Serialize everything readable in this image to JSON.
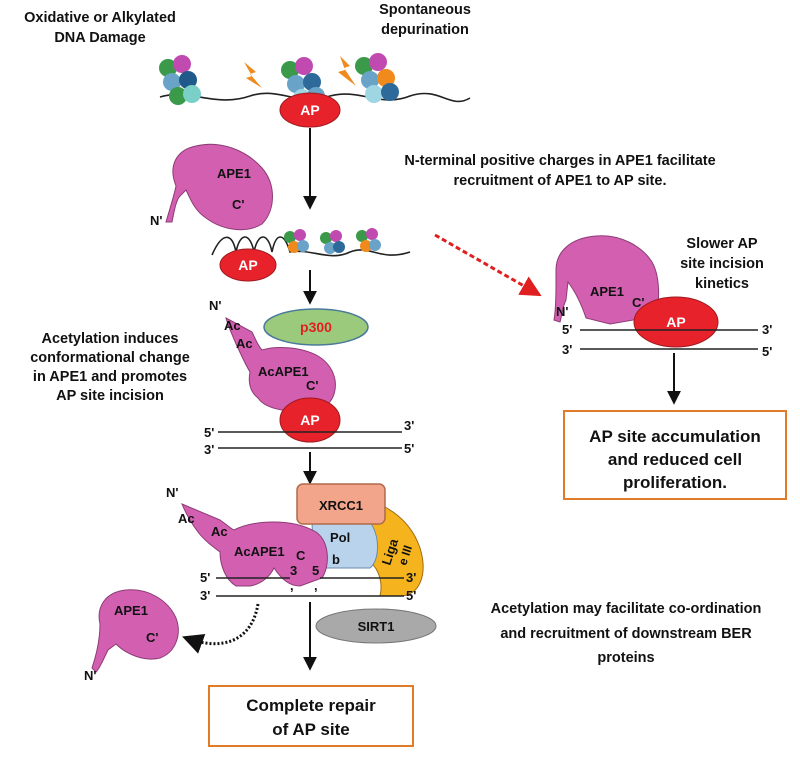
{
  "colors": {
    "ape1": "#d35fb1",
    "ap_site": "#e8222a",
    "p300": "#9cca7c",
    "xrcc1": "#f2a58a",
    "pol_b": "#b9d3ec",
    "ligase": "#f5b41e",
    "sirt1": "#a9a9a9",
    "box_border": "#e07b2a",
    "lightning": "#f08a1c",
    "dashed_arrow": "#e02020"
  },
  "damage": {
    "oxidative_line1": "Oxidative or Alkylated",
    "oxidative_line2": "DNA Damage",
    "spontaneous_line1": "Spontaneous",
    "spontaneous_line2": "depurination"
  },
  "labels": {
    "ap": "AP",
    "ape1": "APE1",
    "acape1": "AcAPE1",
    "c_prime": "C'",
    "c": "C",
    "n_prime": "N'",
    "ac": "Ac",
    "five_prime": "5'",
    "three_prime": "3'",
    "p300": "p300",
    "xrcc1": "XRCC1",
    "pol": "Pol",
    "pol_b": "b",
    "liga": "Liga",
    "ligase_rest": "e III",
    "sirt1": "SIRT1",
    "gap_3": "3",
    "gap_5": "5",
    "comma": ","
  },
  "annotations": {
    "nterm_line1": "N-terminal positive charges in APE1 facilitate",
    "nterm_line2": "recruitment of APE1 to  AP site.",
    "slower_line1": "Slower AP",
    "slower_line2": "site incision",
    "slower_line3": "kinetics",
    "acetyl_line1": "Acetylation induces",
    "acetyl_line2": "conformational change",
    "acetyl_line3": "in APE1 and promotes",
    "acetyl_line4": "AP site incision",
    "coord_line1": "Acetylation may facilitate co-ordination",
    "coord_line2": "and recruitment of downstream BER",
    "coord_line3": "proteins"
  },
  "outcome_boxes": {
    "accumulation_line1": "AP site  accumulation",
    "accumulation_line2": "and reduced cell",
    "accumulation_line3": "proliferation.",
    "repair_line1": "Complete repair",
    "repair_line2": "of AP site"
  }
}
